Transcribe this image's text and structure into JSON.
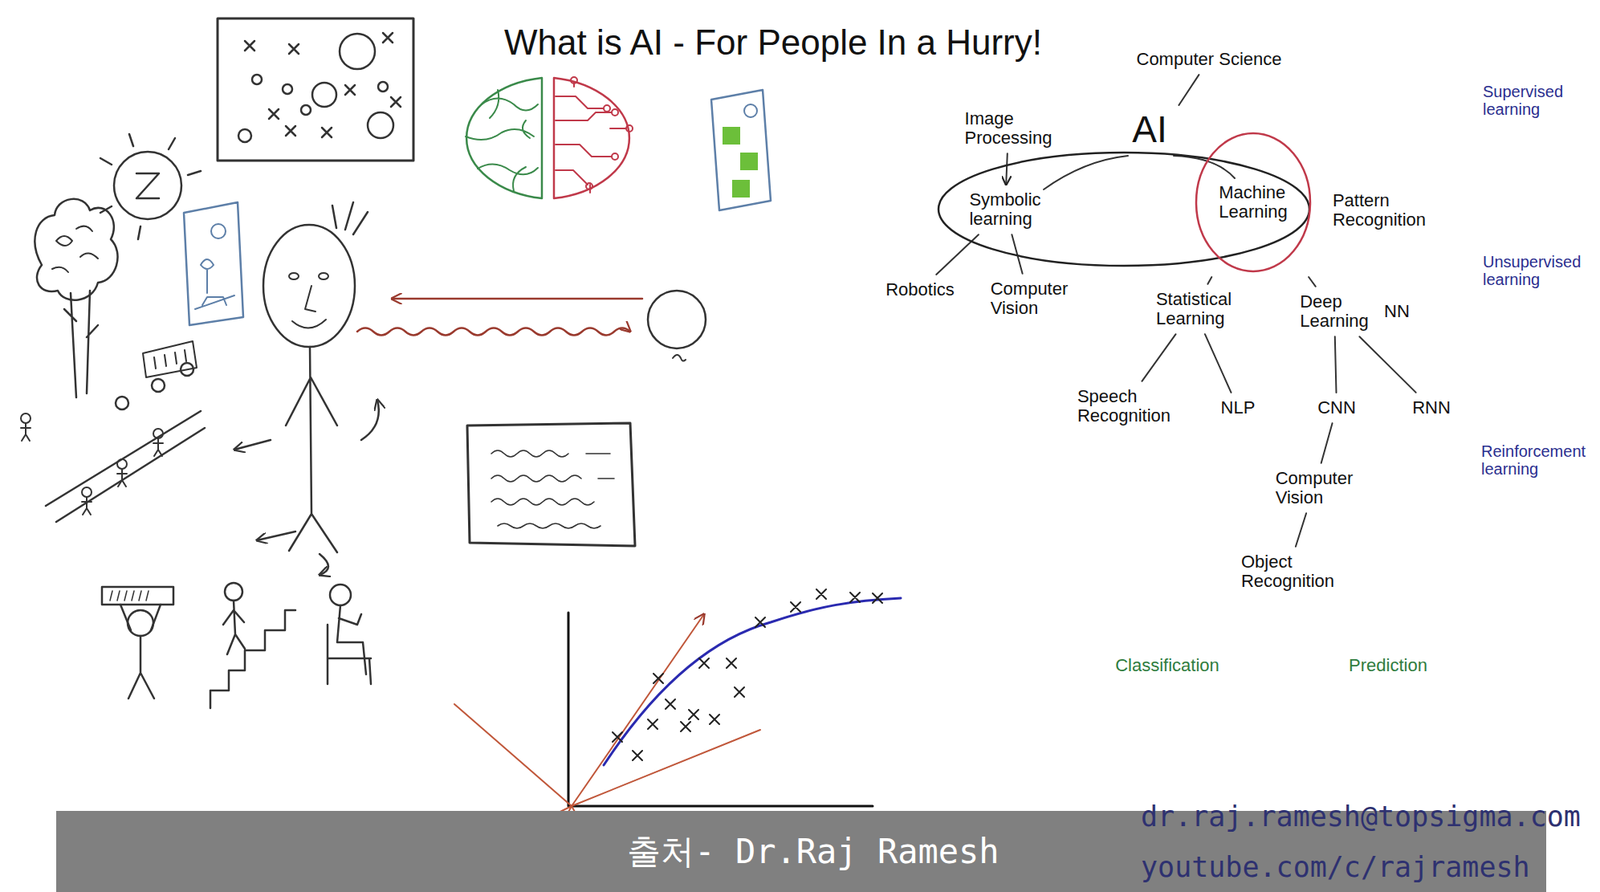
{
  "diagram": {
    "title": "What is AI - For People In a Hurry!",
    "nodes": [
      {
        "text": [
          "AI"
        ]
      },
      {
        "text": [
          "Symbolic learning"
        ],
        "in": 0
      },
      {
        "text": [
          "Machine Learning"
        ],
        "in": 0
      },
      {
        "text": [
          "Computer Science"
        ]
      },
      {
        "text": [
          "Image Processing"
        ]
      },
      {
        "text": [
          "Robotics"
        ]
      },
      {
        "text": [
          "Computer Vision"
        ]
      },
      {
        "text": [
          "Statistical Learning"
        ]
      },
      {
        "text": [
          "Deep Learning"
        ]
      },
      {
        "text": [
          "Speech Recognition"
        ]
      },
      {
        "text": [
          "NLP"
        ]
      },
      {
        "text": [
          "CNN"
        ]
      },
      {
        "text": [
          "RNN"
        ]
      },
      {
        "text": [
          "Computer Vision"
        ]
      },
      {
        "text": [
          "Object Recognition"
        ]
      }
    ],
    "edges": [
      {
        "from": 3,
        "to": 0,
        "arrow": "none"
      },
      {
        "from": 4,
        "to": 1,
        "arrow": "to"
      },
      {
        "from": 1,
        "to": 5,
        "arrow": "none"
      },
      {
        "from": 1,
        "to": 6,
        "arrow": "none"
      },
      {
        "from": 2,
        "to": 7,
        "arrow": "none"
      },
      {
        "from": 2,
        "to": 8,
        "arrow": "none"
      },
      {
        "from": 7,
        "to": 9,
        "arrow": "none"
      },
      {
        "from": 7,
        "to": 10,
        "arrow": "none"
      },
      {
        "from": 8,
        "to": 11,
        "arrow": "none"
      },
      {
        "from": 8,
        "to": 12,
        "arrow": "none"
      },
      {
        "from": 11,
        "to": 13,
        "arrow": "none"
      },
      {
        "from": 13,
        "to": 14,
        "arrow": "none"
      }
    ],
    "labels": [
      "Pattern Recognition",
      "NN",
      "Supervised learning",
      "Unsupervised learning",
      "Reinforcement learning",
      "Classification",
      "Prediction",
      "출처- Dr.Raj Ramesh",
      "dr.raj.ramesh@topsigma.com",
      "youtube.com/c/rajramesh"
    ]
  }
}
